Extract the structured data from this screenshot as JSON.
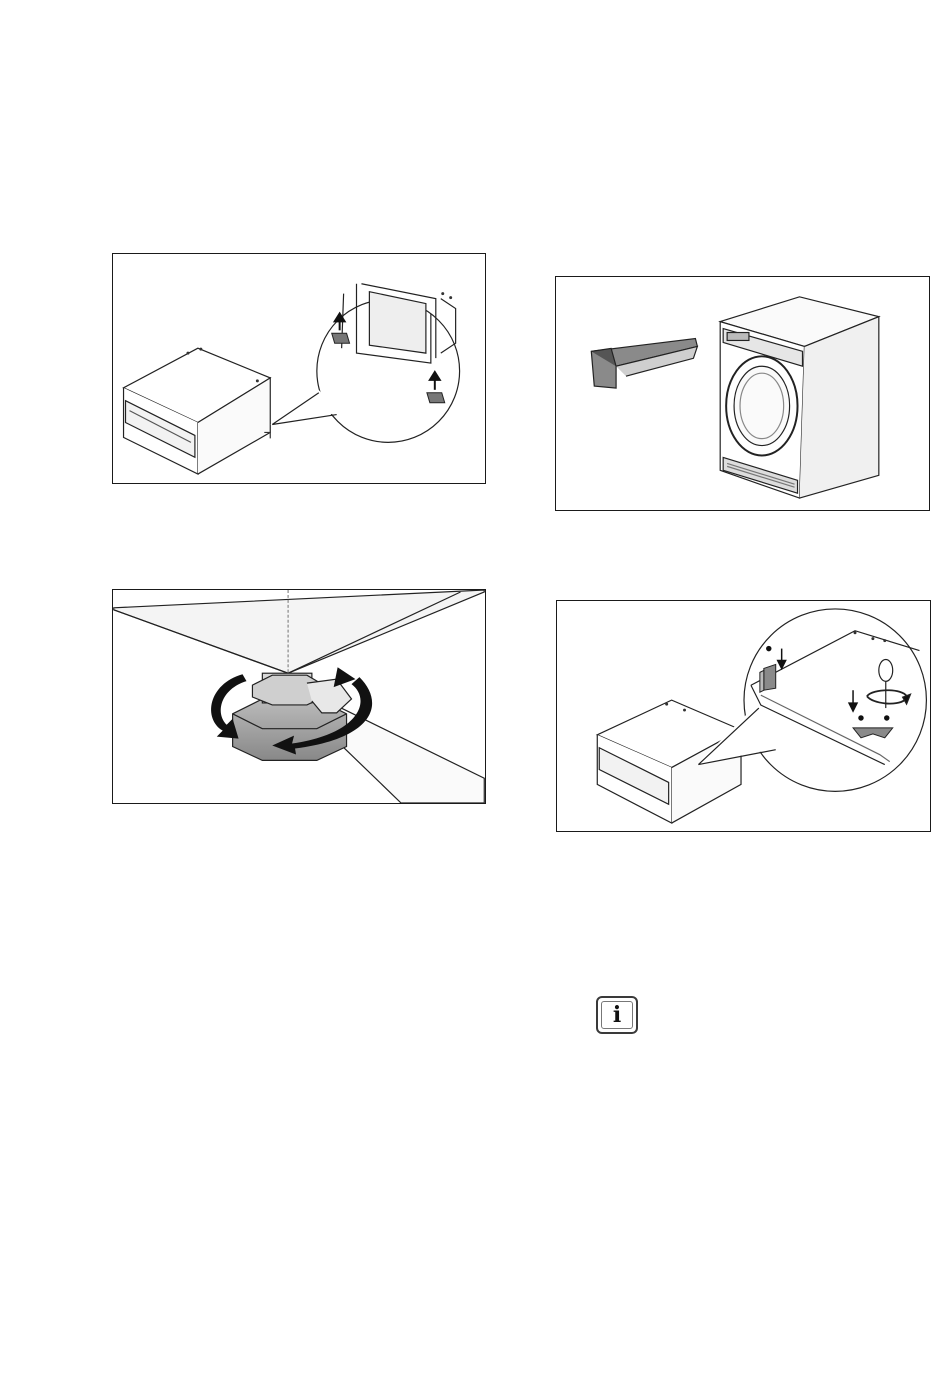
{
  "page": {
    "figures": [
      {
        "id": "plinth-pads",
        "icon": "plinth-with-pads-illustration"
      },
      {
        "id": "foot-adjust",
        "icon": "adjustable-foot-wrench-illustration"
      },
      {
        "id": "dryer-drawer",
        "icon": "dryer-with-drawer-illustration"
      },
      {
        "id": "plinth-bracket",
        "icon": "plinth-bracket-screw-illustration"
      }
    ],
    "info_icon": {
      "glyph": "i",
      "icon": "info-icon"
    }
  }
}
